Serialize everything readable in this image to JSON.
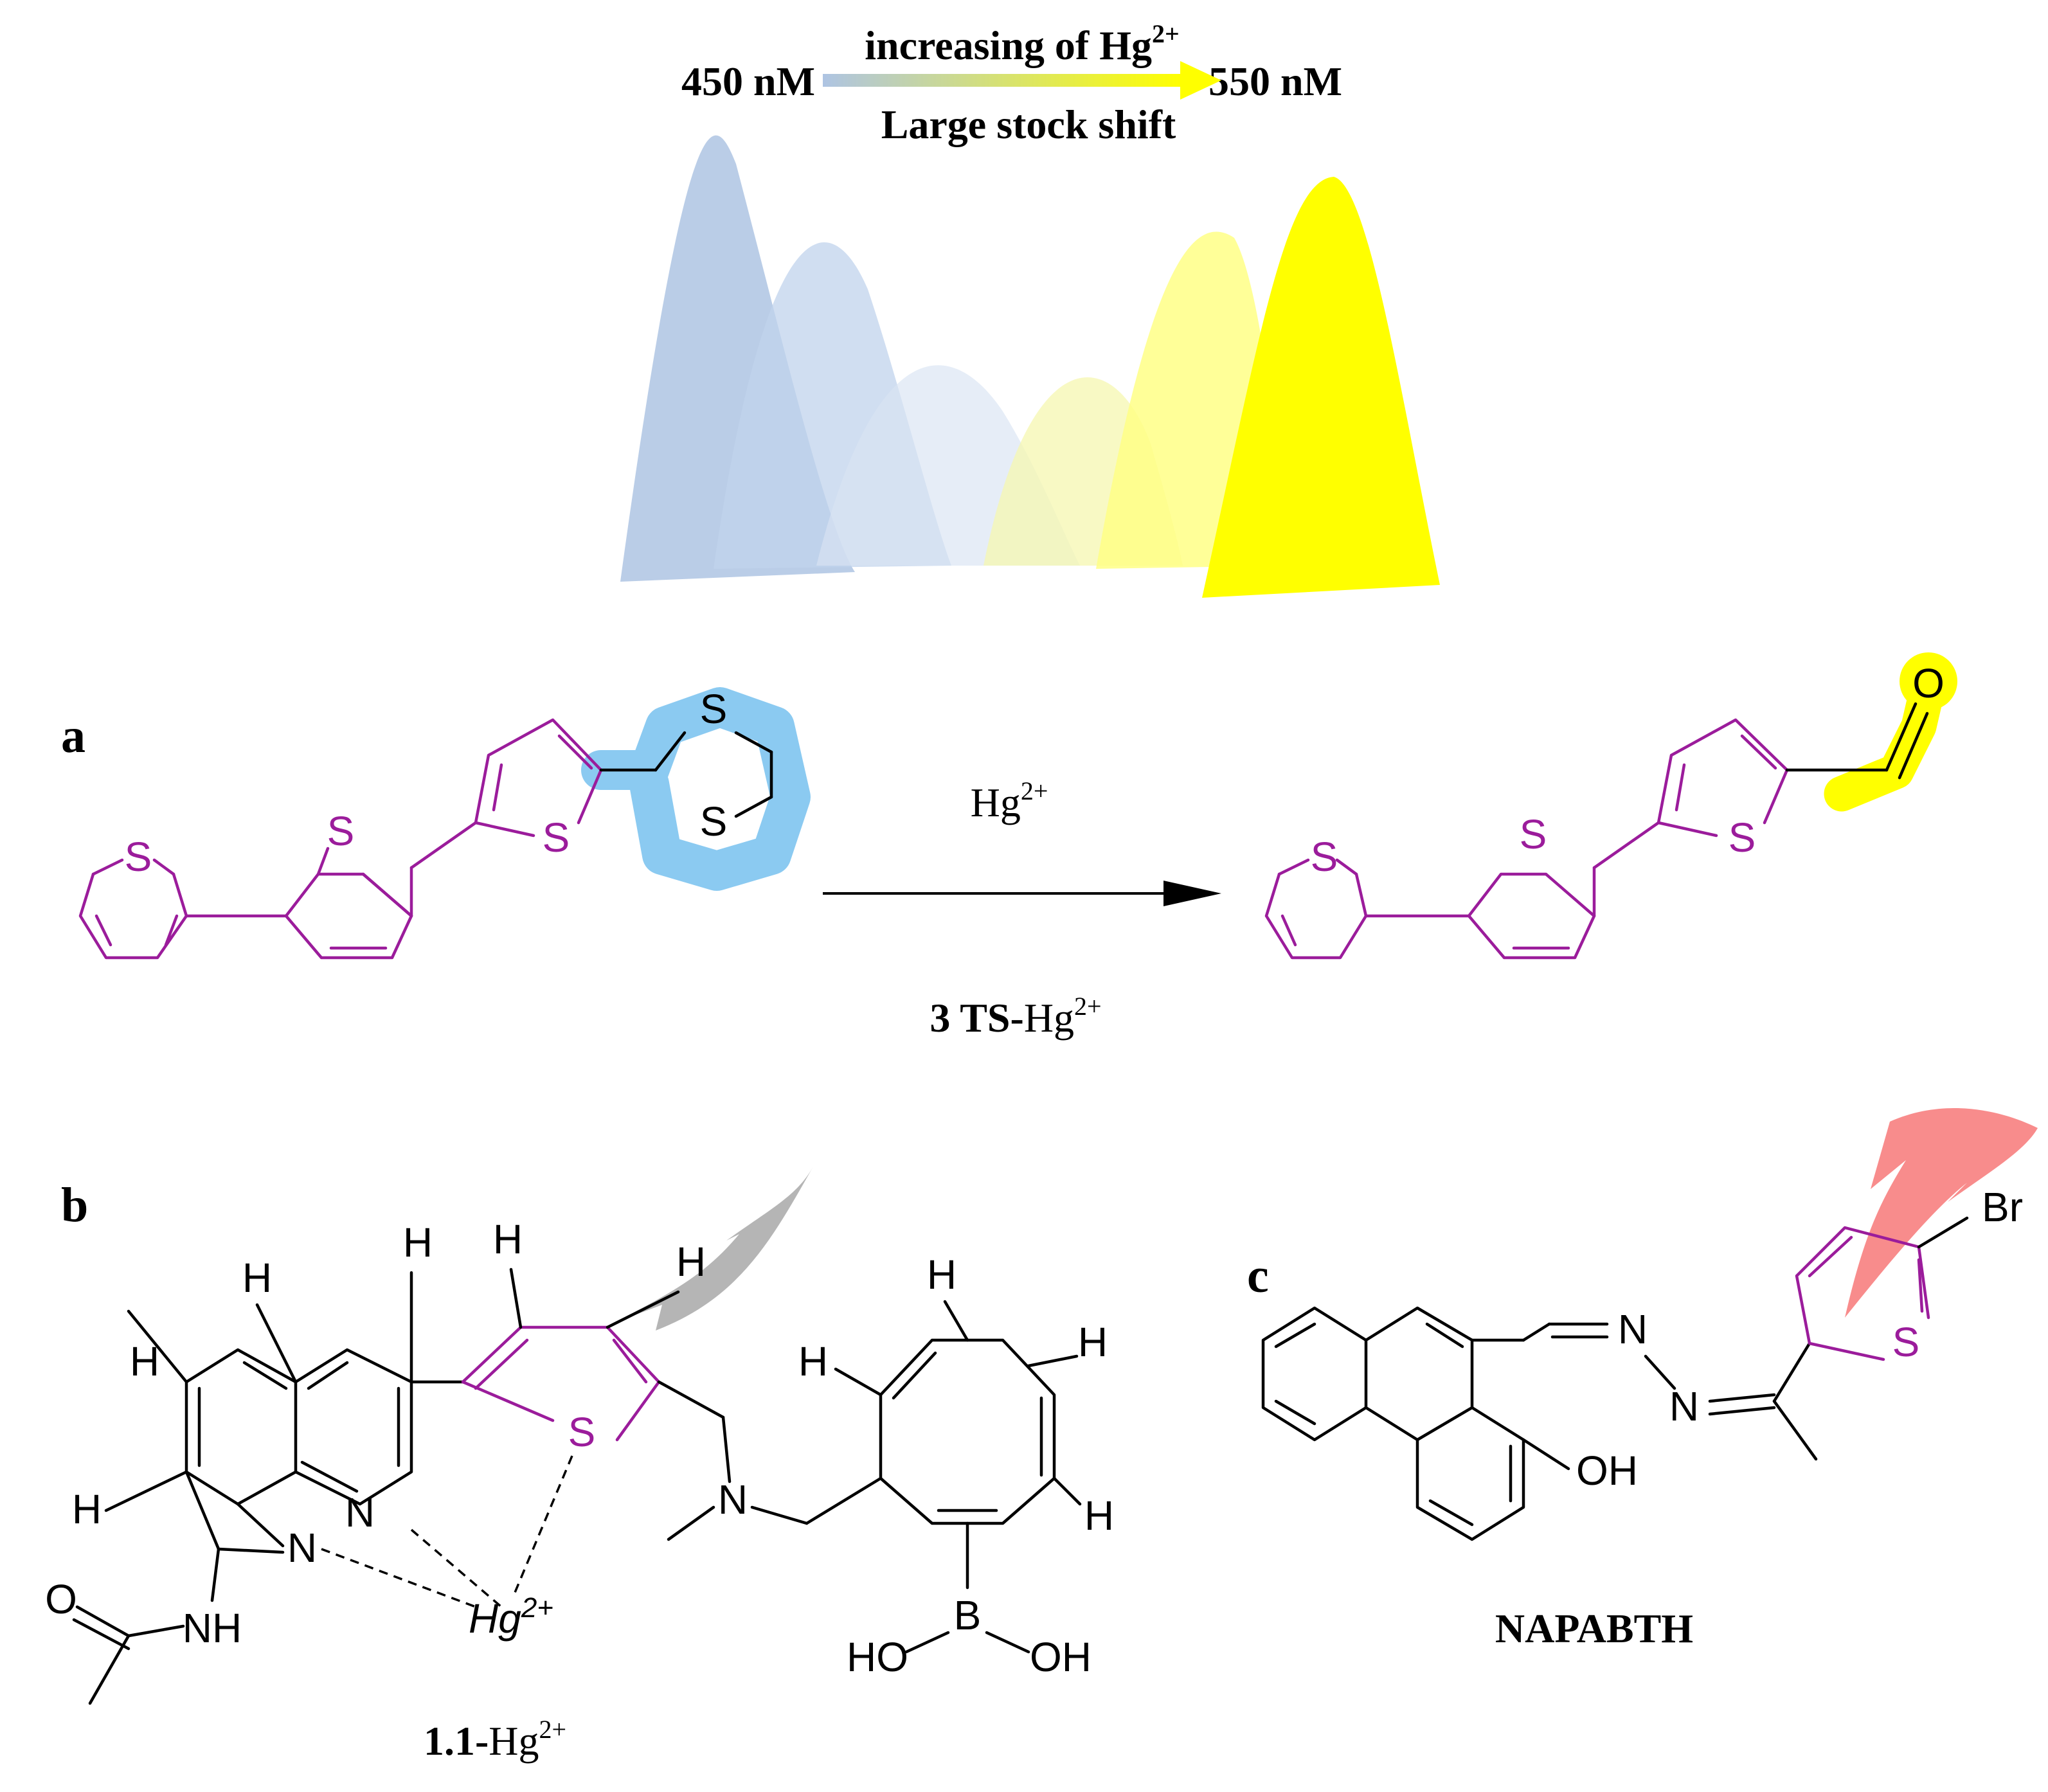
{
  "colors": {
    "thiophene": "#9b1c9b",
    "bond": "#000000",
    "blue_highlight": "#7ec4f0",
    "yellow_highlight": "#ffff00",
    "blue_peak": "#aec4e3",
    "yellow_peak": "#ffff00",
    "gray_arrow": "#b5b5b5",
    "red_arrow": "#f77f7f"
  },
  "emission": {
    "start_label": "450 nM",
    "end_label": "550 nM",
    "arrow_top_label": "increasing of Hg",
    "arrow_top_sup": "2+",
    "arrow_bottom_label": "Large stock shift"
  },
  "panel_a": {
    "letter": "a",
    "reagent": "Hg",
    "reagent_sup": "2+",
    "compound_bold": "3 TS-",
    "compound_rest": "Hg",
    "compound_sup": "2+",
    "atom_S": "S",
    "atom_O": "O"
  },
  "panel_b": {
    "letter": "b",
    "compound_bold": "1.1-",
    "compound_rest": "Hg",
    "compound_sup": "2+",
    "atom_H": "H",
    "atom_N": "N",
    "atom_S": "S",
    "atom_O": "O",
    "atom_B": "B",
    "group_NH": "NH",
    "group_HO": "HO",
    "group_OH": "OH",
    "metal": "Hg",
    "metal_charge": "2+"
  },
  "panel_c": {
    "letter": "c",
    "compound": "NAPABTH",
    "atom_N": "N",
    "atom_S": "S",
    "group_OH": "OH",
    "atom_Br": "Br"
  }
}
